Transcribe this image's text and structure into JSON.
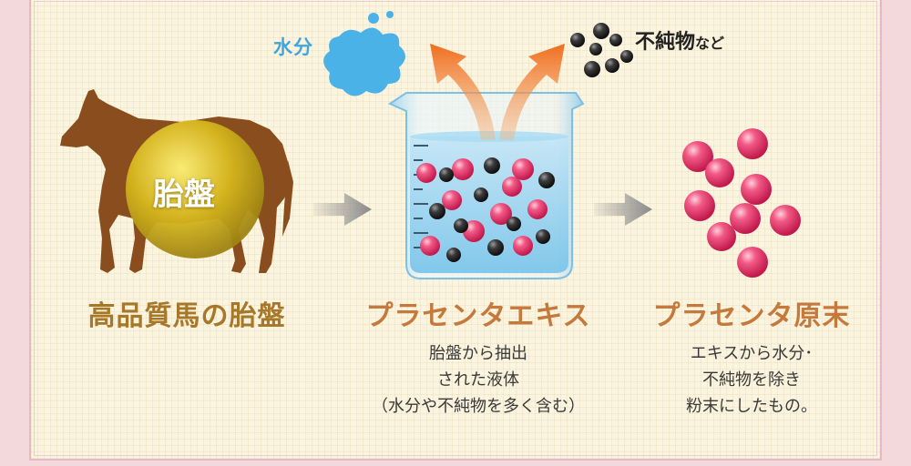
{
  "labels": {
    "water": "水分",
    "impurity_main": "不純物",
    "impurity_suffix": "など",
    "placenta": "胎盤"
  },
  "stages": [
    {
      "heading": "高品質馬の胎盤",
      "description": []
    },
    {
      "heading": "プラセンタエキス",
      "description": [
        "胎盤から抽出",
        "された液体",
        "（水分や不純物を多く含む）"
      ]
    },
    {
      "heading": "プラセンタ原末",
      "description": [
        "エキスから水分･",
        "不純物を除き",
        "粉末にしたもの。"
      ]
    }
  ],
  "colors": {
    "horse": "#8a4e1e",
    "placenta_ball": "#d9b91e",
    "water": "#4ab2e6",
    "pink_particle": "#e8386a",
    "black_particle": "#2a2a2a",
    "arrow_orange": "#f07a2a",
    "arrow_gray": "#8a8a8a"
  },
  "icons": [
    "horse-icon",
    "beaker-icon",
    "water-splash-icon",
    "flow-arrow-icon"
  ]
}
